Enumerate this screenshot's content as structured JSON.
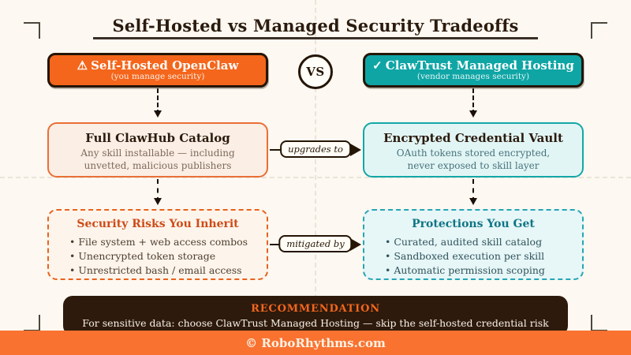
{
  "title": "Self-Hosted vs Managed Security Tradeoffs",
  "vs_badge": "VS",
  "left": {
    "header": {
      "icon": "⚠",
      "title": "Self-Hosted OpenClaw",
      "subtitle": "(you manage security)"
    },
    "feature": {
      "title": "Full ClawHub Catalog",
      "body": "Any skill installable — including unvetted, malicious publishers"
    },
    "details": {
      "title": "Security Risks You Inherit",
      "bullets": [
        "File system + web access combos",
        "Unencrypted token storage",
        "Unrestricted bash / email access"
      ]
    }
  },
  "right": {
    "header": {
      "icon": "✓",
      "title": "ClawTrust Managed Hosting",
      "subtitle": "(vendor manages security)"
    },
    "feature": {
      "title": "Encrypted Credential Vault",
      "body": "OAuth tokens stored encrypted, never exposed to skill layer"
    },
    "details": {
      "title": "Protections You Get",
      "bullets": [
        "Curated, audited skill catalog",
        "Sandboxed execution per skill",
        "Automatic permission scoping"
      ]
    }
  },
  "connectors": {
    "upgrade_label": "upgrades to",
    "mitigate_label": "mitigated by"
  },
  "recommendation": {
    "title": "RECOMMENDATION",
    "body": "For sensitive data: choose ClawTrust Managed Hosting — skip the self-hosted credential risk entirely."
  },
  "footer": {
    "text": "© RoboRhythms.com"
  },
  "colors": {
    "background": "#fdf8f1",
    "accent_orange": "#f4661b",
    "accent_teal": "#0fa5a5",
    "risk_title": "#ce4b17",
    "protection_title": "#0e7585",
    "dark_ink": "#2b1b0e",
    "recommendation_bg": "#2d1a0c",
    "footer_bg": "#f97230"
  }
}
